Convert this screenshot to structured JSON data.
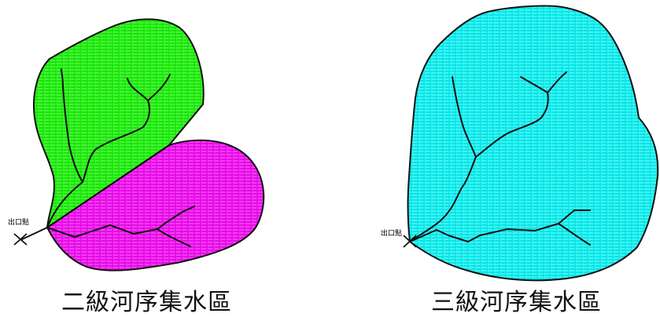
{
  "left_panel": {
    "outlet_label": "出口點",
    "caption": "二級河序集水區",
    "colors": {
      "upper_basin": "#22ee11",
      "lower_basin": "#ee11ee",
      "outline": "#111111"
    }
  },
  "right_panel": {
    "outlet_label": "出口點",
    "caption": "三級河序集水區",
    "colors": {
      "basin": "#11eeee",
      "outline": "#111111"
    }
  },
  "icons": {
    "outlet_marker": "x-cross-icon"
  }
}
